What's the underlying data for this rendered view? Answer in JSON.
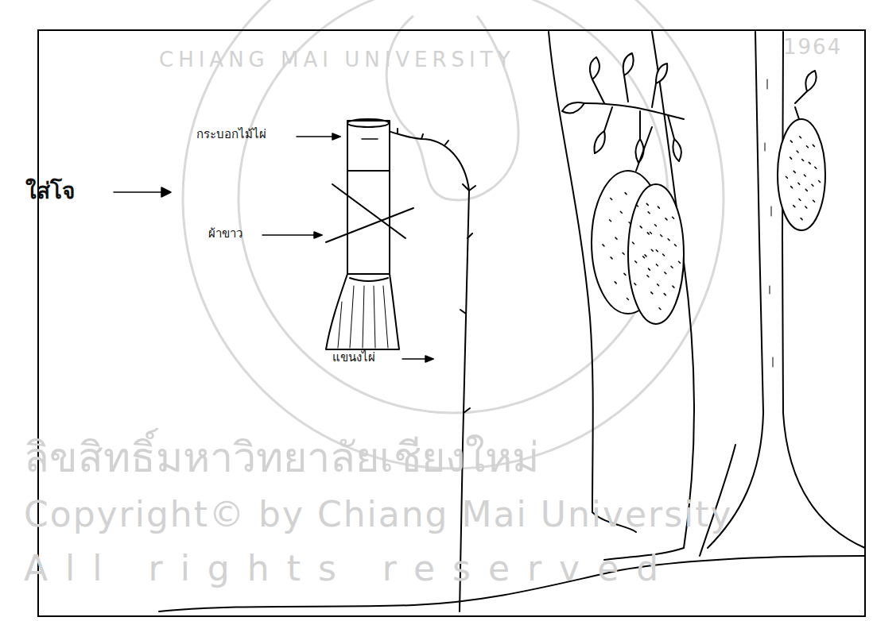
{
  "diagram": {
    "labels": [
      "CHIANG MAI UNIVERSITY",
      "1964",
      "กระบอกไม้ไผ่",
      "ใส่โจ",
      "ผ้าขาว",
      "แขนงไผ่",
      "ลิขสิทธิ์มหาวิทยาลัยเชียงใหม่",
      "Copyright© by Chiang Mai University",
      "All rights reserved"
    ]
  }
}
